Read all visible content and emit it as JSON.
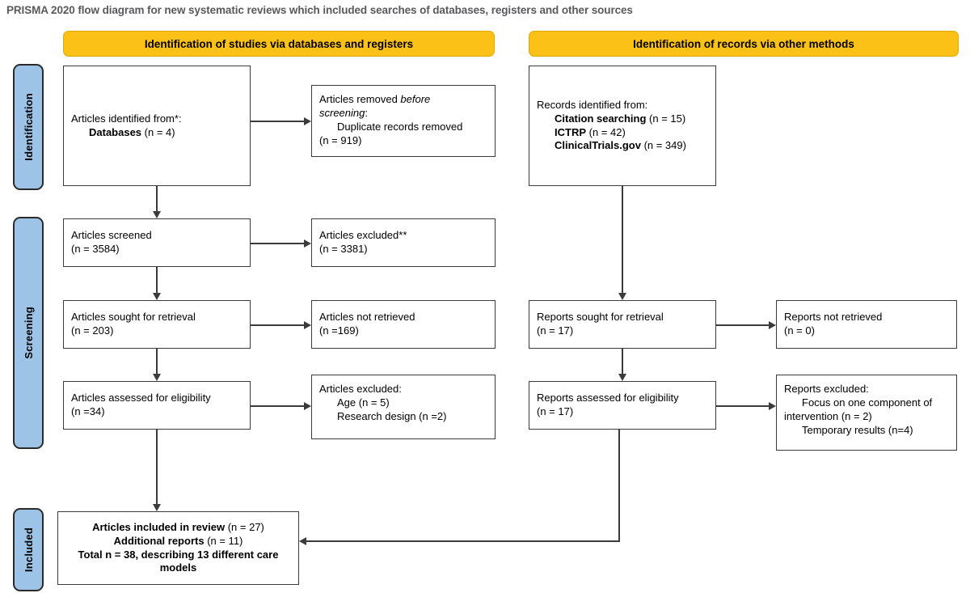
{
  "caption": "PRISMA 2020 flow diagram for new systematic reviews which included searches of databases, registers and other sources",
  "colors": {
    "banner_fill": "#fcc117",
    "stage_label_fill": "#9dc3e6",
    "box_border": "#3b3b3b",
    "caption_text": "#59595b"
  },
  "banners": {
    "left": "Identification of studies via databases and registers",
    "right": "Identification of records via other methods"
  },
  "stage_labels": {
    "identification": "Identification",
    "screening": "Screening",
    "included": "Included"
  },
  "boxes": {
    "identified": {
      "line1": "Articles identified from*:",
      "line2_label": "Databases",
      "line2_value": "(n = 4)"
    },
    "removed": {
      "line1_a": "Articles removed ",
      "line1_b": "before",
      "line2_a": "screening",
      "line2_b": ":",
      "line3": "Duplicate records removed",
      "line4": "(n = 919)"
    },
    "records_other": {
      "line1": "Records identified from:",
      "item1_label": "Citation searching",
      "item1_value": "(n = 15)",
      "item2_label": "ICTRP",
      "item2_value": "(n = 42)",
      "item3_label": "ClinicalTrials.gov",
      "item3_value": "(n = 349)"
    },
    "screened": {
      "line1": "Articles screened",
      "line2": "(n = 3584)"
    },
    "screen_excluded": {
      "line1": "Articles excluded**",
      "line2": "(n = 3381)"
    },
    "sought": {
      "line1": "Articles sought for retrieval",
      "line2": "(n = 203)"
    },
    "not_retrieved": {
      "line1": "Articles not retrieved",
      "line2": "(n =169)"
    },
    "assessed": {
      "line1": "Articles assessed for eligibility",
      "line2": "(n =34)"
    },
    "elig_excluded": {
      "line1": "Articles excluded:",
      "line2": "Age (n = 5)",
      "line3": "Research design (n =2)"
    },
    "reports_sought": {
      "line1": "Reports sought for retrieval",
      "line2": "(n = 17)"
    },
    "reports_not_retrieved": {
      "line1": "Reports not retrieved",
      "line2": "(n = 0)"
    },
    "reports_assessed": {
      "line1": "Reports assessed for eligibility",
      "line2": "(n = 17)"
    },
    "reports_excluded": {
      "line1": "Reports excluded:",
      "line2": "Focus on one component of",
      "line3": "intervention (n = 2)",
      "line4": "Temporary results (n=4)"
    },
    "included": {
      "line1_label": "Articles included in review",
      "line1_value": "(n = 27)",
      "line2_label": "Additional reports",
      "line2_value": "(n = 11)",
      "line3": "Total n = 38, describing 13 different care models"
    }
  },
  "chart_data": {
    "type": "diagram",
    "title": "PRISMA 2020 flow diagram for new systematic reviews which included searches of databases, registers and other sources",
    "nodes": [
      {
        "id": "identified",
        "stage": "Identification",
        "column": "databases",
        "label": "Articles identified from*: Databases",
        "n": 4
      },
      {
        "id": "removed",
        "stage": "Identification",
        "column": "databases",
        "label": "Articles removed before screening: Duplicate records removed",
        "n": 919
      },
      {
        "id": "records_other",
        "stage": "Identification",
        "column": "other",
        "label": "Records identified from: Citation searching / ICTRP / ClinicalTrials.gov",
        "n": [
          15,
          42,
          349
        ]
      },
      {
        "id": "screened",
        "stage": "Screening",
        "column": "databases",
        "label": "Articles screened",
        "n": 3584
      },
      {
        "id": "screen_excluded",
        "stage": "Screening",
        "column": "databases",
        "label": "Articles excluded**",
        "n": 3381
      },
      {
        "id": "sought",
        "stage": "Screening",
        "column": "databases",
        "label": "Articles sought for retrieval",
        "n": 203
      },
      {
        "id": "not_retrieved",
        "stage": "Screening",
        "column": "databases",
        "label": "Articles not retrieved",
        "n": 169
      },
      {
        "id": "assessed",
        "stage": "Screening",
        "column": "databases",
        "label": "Articles assessed for eligibility",
        "n": 34
      },
      {
        "id": "elig_excluded",
        "stage": "Screening",
        "column": "databases",
        "label": "Articles excluded: Age (n = 5); Research design (n = 2)",
        "n": [
          5,
          2
        ]
      },
      {
        "id": "reports_sought",
        "stage": "Screening",
        "column": "other",
        "label": "Reports sought for retrieval",
        "n": 17
      },
      {
        "id": "reports_not_retrieved",
        "stage": "Screening",
        "column": "other",
        "label": "Reports not retrieved",
        "n": 0
      },
      {
        "id": "reports_assessed",
        "stage": "Screening",
        "column": "other",
        "label": "Reports assessed for eligibility",
        "n": 17
      },
      {
        "id": "reports_excluded",
        "stage": "Screening",
        "column": "other",
        "label": "Reports excluded: Focus on one component of intervention (n = 2); Temporary results (n = 4)",
        "n": [
          2,
          4
        ]
      },
      {
        "id": "included",
        "stage": "Included",
        "column": "both",
        "label": "Articles included in review (n = 27); Additional reports (n = 11); Total n = 38, describing 13 different care models",
        "n": [
          27,
          11,
          38
        ]
      }
    ],
    "edges": [
      {
        "from": "identified",
        "to": "removed"
      },
      {
        "from": "identified",
        "to": "screened"
      },
      {
        "from": "screened",
        "to": "screen_excluded"
      },
      {
        "from": "screened",
        "to": "sought"
      },
      {
        "from": "sought",
        "to": "not_retrieved"
      },
      {
        "from": "sought",
        "to": "assessed"
      },
      {
        "from": "assessed",
        "to": "elig_excluded"
      },
      {
        "from": "assessed",
        "to": "included"
      },
      {
        "from": "records_other",
        "to": "reports_sought"
      },
      {
        "from": "reports_sought",
        "to": "reports_not_retrieved"
      },
      {
        "from": "reports_sought",
        "to": "reports_assessed"
      },
      {
        "from": "reports_assessed",
        "to": "reports_excluded"
      },
      {
        "from": "reports_assessed",
        "to": "included"
      }
    ]
  }
}
